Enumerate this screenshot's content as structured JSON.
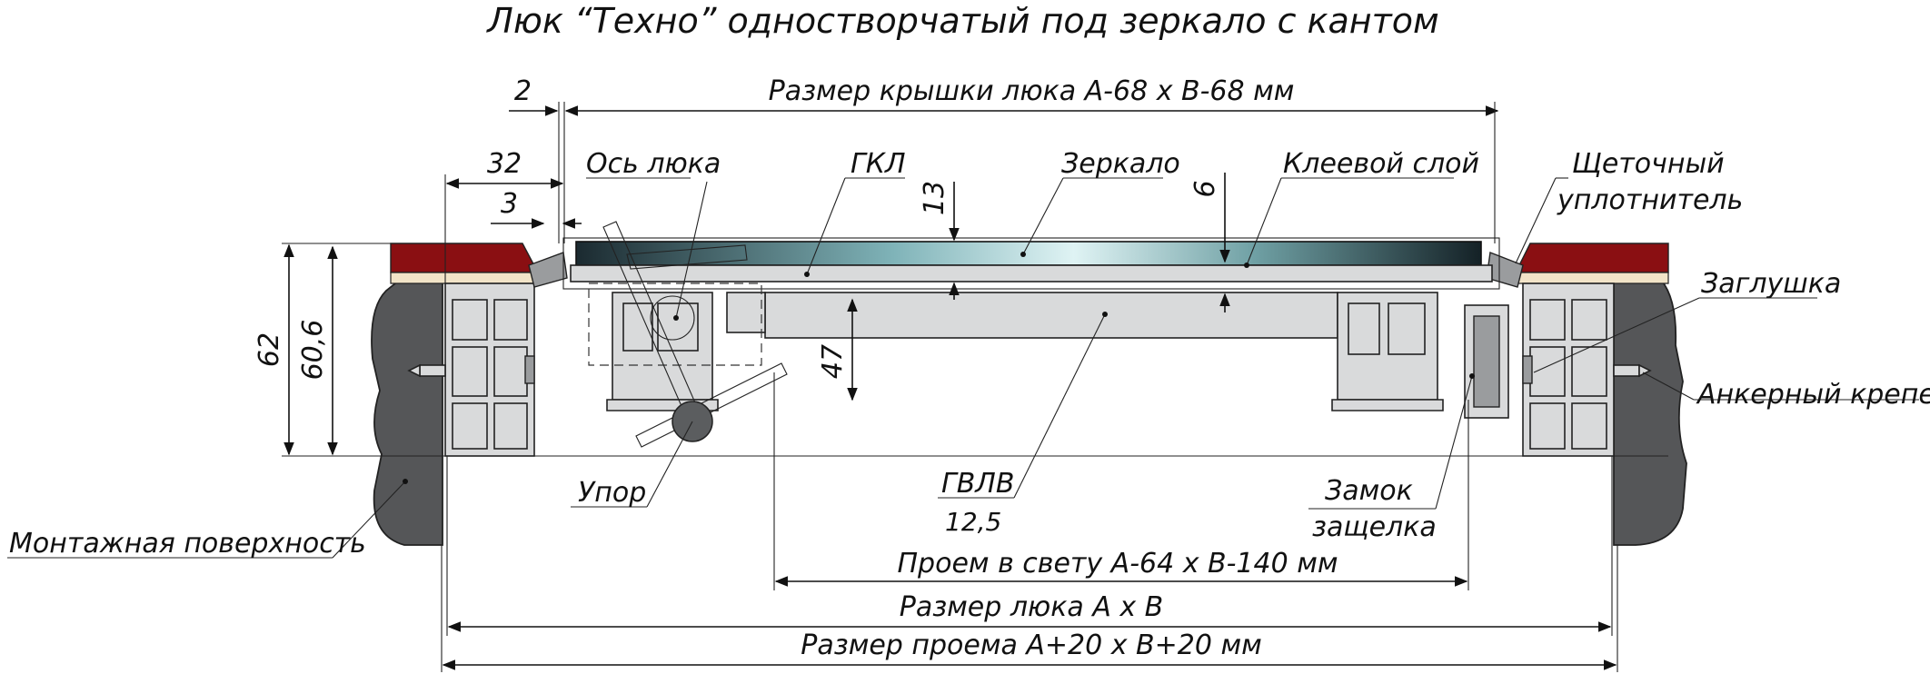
{
  "title": "Люк “Техно” одностворчатый под зеркало с кантом",
  "dimensions": {
    "cover_size": "Размер крышки люка А-68 х В-68 мм",
    "clear_opening": "Проем в свету А-64 х В-140 мм",
    "hatch_size": "Размер люка А х В",
    "opening_size": "Размер проема А+20 х В+20 мм",
    "d2": "2",
    "d32": "32",
    "d3": "3",
    "d13": "13",
    "d6": "6",
    "d47": "47",
    "d62": "62",
    "d60_6": "60,6",
    "gvlv_thickness": "12,5"
  },
  "labels": {
    "axis": "Ось люка",
    "gkl": "ГКЛ",
    "mirror": "Зеркало",
    "glue": "Клеевой слой",
    "brush_seal_1": "Щеточный",
    "brush_seal_2": "уплотнитель",
    "plug": "Заглушка",
    "anchor": "Анкерный крепеж",
    "stop": "Упор",
    "gvlv": "ГВЛВ",
    "lock_1": "Замок",
    "lock_2": "защелка",
    "mount_surface": "Монтажная поверхность"
  },
  "colors": {
    "edge_trim": "#8a0f12",
    "wall": "#555658",
    "profile": "#d9dadb"
  }
}
